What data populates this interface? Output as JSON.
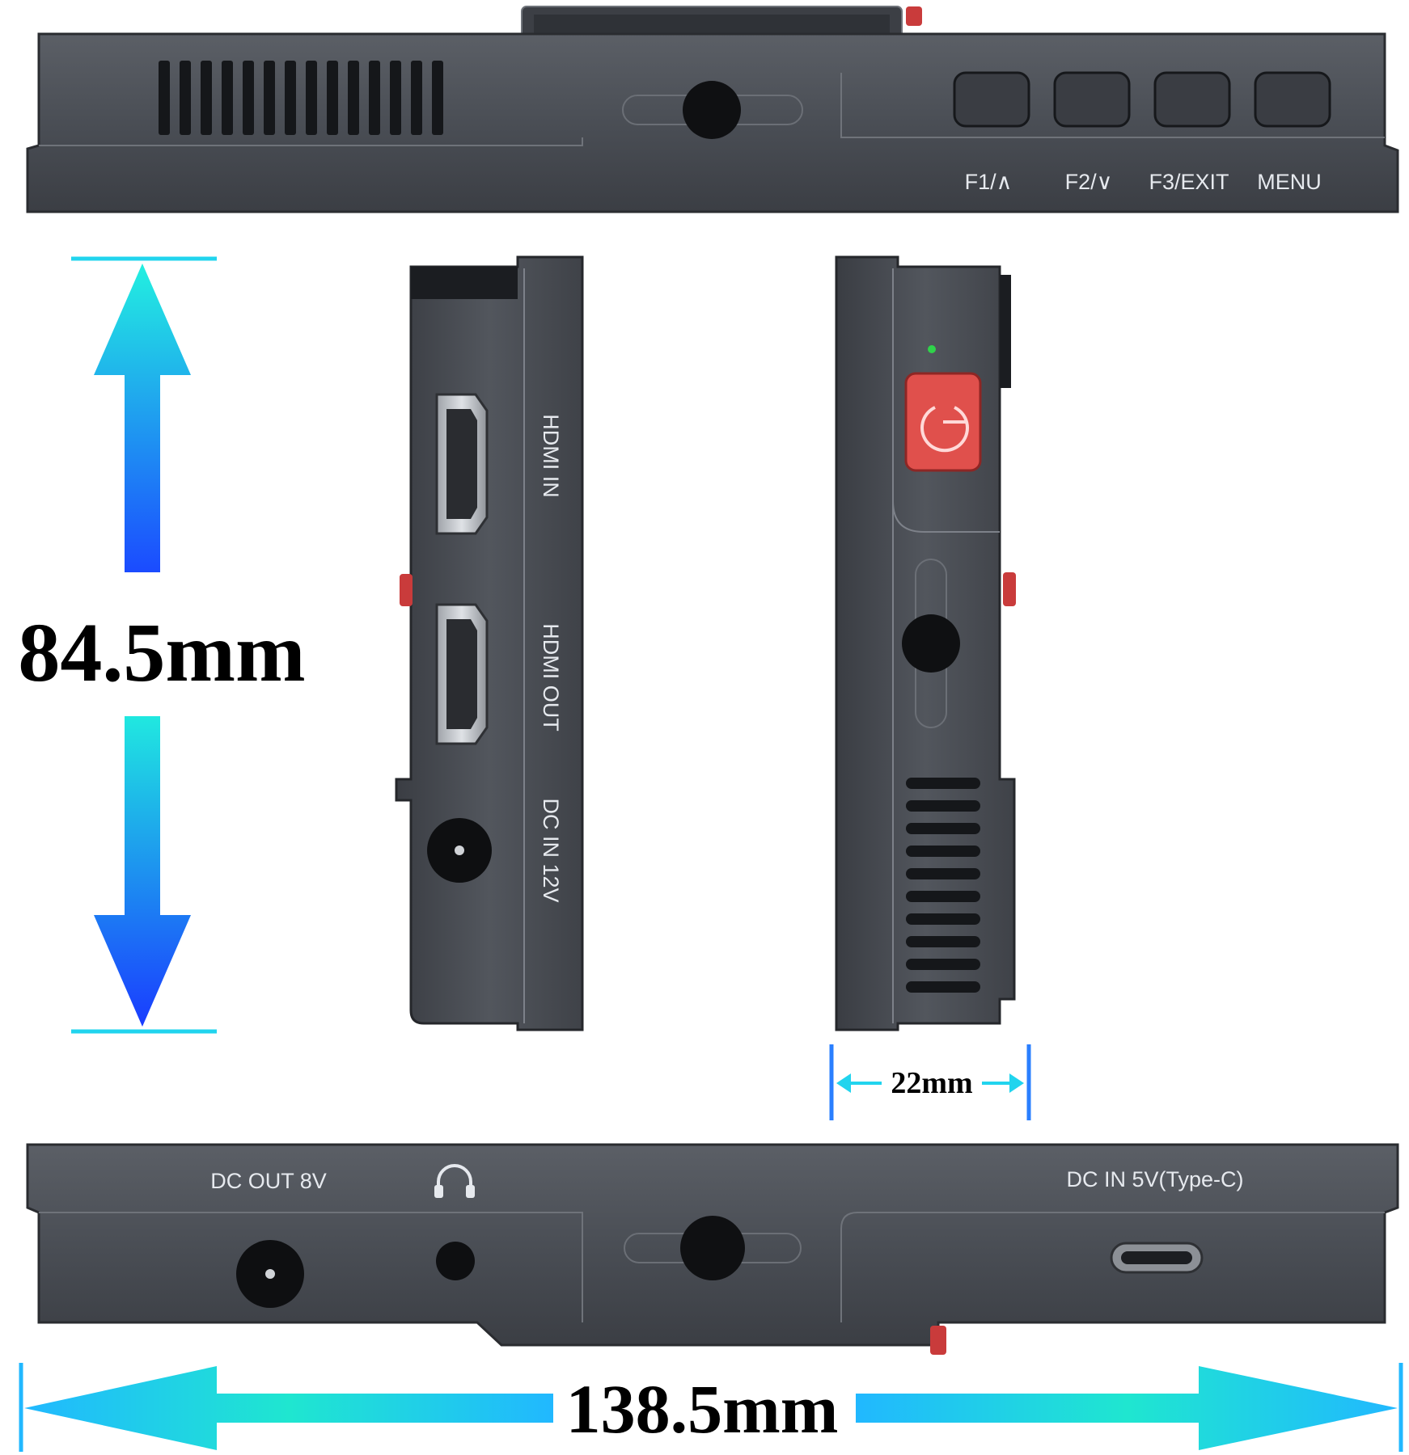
{
  "top_view": {
    "button_labels": [
      "F1/∧",
      "F2/∨",
      "F3/EXIT",
      "MENU"
    ]
  },
  "left_side_view": {
    "port_labels": {
      "hdmi_in": "HDMI IN",
      "hdmi_out": "HDMI OUT",
      "dc_in": "DC IN 12V"
    }
  },
  "right_side_view": {
    "power_icon": "power-icon",
    "led_color": "#2fd34a",
    "power_button_color": "#e0504c"
  },
  "bottom_view": {
    "port_labels": {
      "dc_out": "DC OUT 8V",
      "headphone_icon": "headphone-icon",
      "usb_c": "DC IN 5V(Type-C)"
    }
  },
  "dimensions": {
    "height": "84.5mm",
    "depth": "22mm",
    "width": "138.5mm"
  },
  "colors": {
    "body": "#4a4e55",
    "body_dark": "#2c2f34",
    "accent_red": "#c93b3b",
    "arrow_cyan": "#1fe6e6",
    "arrow_blue": "#1a52ff"
  }
}
